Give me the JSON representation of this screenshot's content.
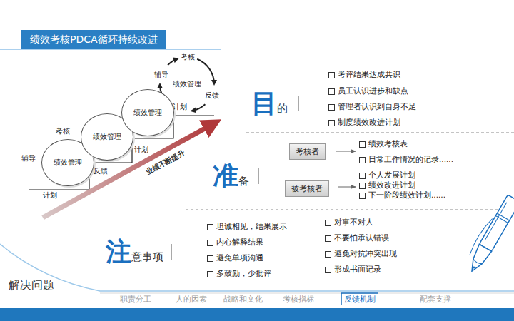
{
  "diagram": {
    "title": "绩效考核PDCA循环持续改进",
    "nodes": [
      {
        "text": [
          "绩效管理"
        ]
      },
      {
        "text": [
          "绩效管理"
        ]
      },
      {
        "text": [
          "绩效管理"
        ]
      },
      {
        "text": [
          "绩效管理"
        ]
      },
      {
        "text": [
          "考核者"
        ]
      },
      {
        "text": [
          "被考核者"
        ]
      }
    ],
    "labels": [
      "考核",
      "辅导",
      "反馈",
      "计划",
      "考核",
      "计划",
      "辅导",
      "反馈",
      "计划",
      "业绩不断提升",
      "目的",
      "考评结果达成共识",
      "员工认识进步和缺点",
      "管理者认识到自身不足",
      "制度绩效改进计划",
      "准备",
      "绩效考核表",
      "日常工作情况的记录......",
      "个人发展计划",
      "绩效改进计划",
      "下一阶段绩效计划......",
      "注意事项",
      "坦诚相见，结果展示",
      "内心解释结果",
      "避免单项沟通",
      "多鼓励，少批评",
      "对事不对人",
      "不要怕承认错误",
      "避免对抗冲突出现",
      "形成书面记录",
      "解决问题",
      "职责分工",
      "人的因素",
      "战略和文化",
      "考核指标",
      "反馈机制",
      "配套支撑"
    ]
  }
}
